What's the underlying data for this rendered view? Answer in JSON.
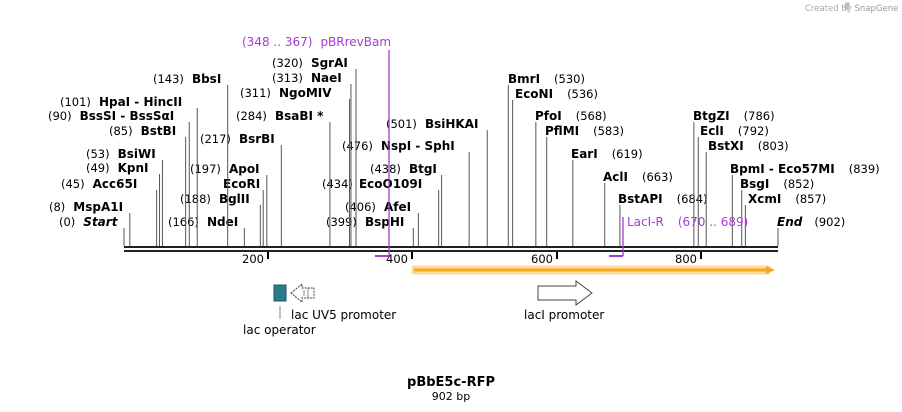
{
  "credit": {
    "text": "Created by",
    "brand": "SnapGene"
  },
  "title": "pBbE5c-RFP",
  "subtitle": "902 bp",
  "ruler": [
    {
      "label": "200",
      "bp": 200
    },
    {
      "label": "400",
      "bp": 400
    },
    {
      "label": "600",
      "bp": 600
    },
    {
      "label": "800",
      "bp": 800
    }
  ],
  "sites": [
    {
      "id": "start",
      "pos": "(0)",
      "name": "Start",
      "italic": true,
      "bp": 0
    },
    {
      "id": "mspa1i",
      "pos": "(8)",
      "name": "MspA1I",
      "bp": 8
    },
    {
      "id": "acc65i",
      "pos": "(45)",
      "name": "Acc65I",
      "bp": 45
    },
    {
      "id": "kpni",
      "pos": "(49)",
      "name": "KpnI",
      "bp": 49
    },
    {
      "id": "bsiwi",
      "pos": "(53)",
      "name": "BsiWI",
      "bp": 53
    },
    {
      "id": "bstbi",
      "pos": "(85)",
      "name": "BstBI",
      "bp": 85
    },
    {
      "id": "bsssi",
      "pos": "(90)",
      "name": "BssSI  -  BssSαI",
      "bp": 90
    },
    {
      "id": "hpai",
      "pos": "(101)",
      "name": "HpaI  -  HincII",
      "bp": 101
    },
    {
      "id": "bbsi",
      "pos": "(143)",
      "name": "BbsI",
      "bp": 143
    },
    {
      "id": "ndei",
      "pos": "(166)",
      "name": "NdeI",
      "bp": 166
    },
    {
      "id": "bglii",
      "pos": "(188)",
      "name": "BglII",
      "bp": 188
    },
    {
      "id": "ecori",
      "pos": "",
      "name": "EcoRI",
      "bp": 192
    },
    {
      "id": "apoi",
      "pos": "(197)",
      "name": "ApoI",
      "bp": 197
    },
    {
      "id": "bsrbi",
      "pos": "(217)",
      "name": "BsrBI",
      "bp": 217
    },
    {
      "id": "bsabi",
      "pos": "(284)",
      "name": "BsaBI *",
      "bp": 284
    },
    {
      "id": "ngomiv",
      "pos": "(311)",
      "name": "NgoMIV",
      "bp": 311
    },
    {
      "id": "naei",
      "pos": "(313)",
      "name": "NaeI",
      "bp": 313
    },
    {
      "id": "sgrai",
      "pos": "(320)",
      "name": "SgrAI",
      "bp": 320
    },
    {
      "id": "bsphi",
      "pos": "(399)",
      "name": "BspHI",
      "bp": 399
    },
    {
      "id": "afei",
      "pos": "(406)",
      "name": "AfeI",
      "bp": 406
    },
    {
      "id": "ecoo109i",
      "pos": "(434)",
      "name": "EcoO109I",
      "bp": 434
    },
    {
      "id": "btgi",
      "pos": "(438)",
      "name": "BtgI",
      "bp": 438
    },
    {
      "id": "nspi",
      "pos": "(476)",
      "name": "NspI  -  SphI",
      "bp": 476
    },
    {
      "id": "bsihkai",
      "pos": "(501)",
      "name": "BsiHKAI",
      "bp": 501
    },
    {
      "id": "bmri",
      "pos": "(530)",
      "name": "BmrI",
      "bp": 530
    },
    {
      "id": "econi",
      "pos": "(536)",
      "name": "EcoNI",
      "bp": 536
    },
    {
      "id": "pfoi",
      "pos": "(568)",
      "name": "PfoI",
      "bp": 568
    },
    {
      "id": "pflmi",
      "pos": "(583)",
      "name": "PflMI",
      "bp": 583
    },
    {
      "id": "eari",
      "pos": "(619)",
      "name": "EarI",
      "bp": 619
    },
    {
      "id": "acli",
      "pos": "(663)",
      "name": "AclI",
      "bp": 663
    },
    {
      "id": "bstapi",
      "pos": "(684)",
      "name": "BstAPI",
      "bp": 684
    },
    {
      "id": "btgzi",
      "pos": "(786)",
      "name": "BtgZI",
      "bp": 786
    },
    {
      "id": "ecli",
      "pos": "(792)",
      "name": "EclI",
      "bp": 792
    },
    {
      "id": "bstxi",
      "pos": "(803)",
      "name": "BstXI",
      "bp": 803
    },
    {
      "id": "bpmi",
      "pos": "(839)",
      "name": "BpmI  -  Eco57MI",
      "bp": 839
    },
    {
      "id": "bsgi",
      "pos": "(852)",
      "name": "BsgI",
      "bp": 852
    },
    {
      "id": "xcmi",
      "pos": "(857)",
      "name": "XcmI",
      "bp": 857
    },
    {
      "id": "end",
      "pos": "(902)",
      "name": "End",
      "italic": true,
      "bp": 902
    }
  ],
  "primers": [
    {
      "id": "pbrrevbam",
      "range": "(348 .. 367)",
      "name": "pBRrevBam",
      "start": 348,
      "end": 367
    },
    {
      "id": "laci-r",
      "range": "(670 .. 689)",
      "name": "LacI-R",
      "start": 670,
      "end": 689
    }
  ],
  "features": [
    {
      "id": "lac-operator",
      "name": "lac operator",
      "type": "protein_bind",
      "color": "#2b7a8c"
    },
    {
      "id": "lac-uv5-promoter",
      "name": "lac UV5 promoter",
      "type": "promoter",
      "direction": "left"
    },
    {
      "id": "laci-promoter",
      "name": "lacI promoter",
      "type": "promoter",
      "direction": "right"
    },
    {
      "id": "orange-bar",
      "name": "",
      "type": "misc",
      "color": "#f5a623"
    }
  ]
}
